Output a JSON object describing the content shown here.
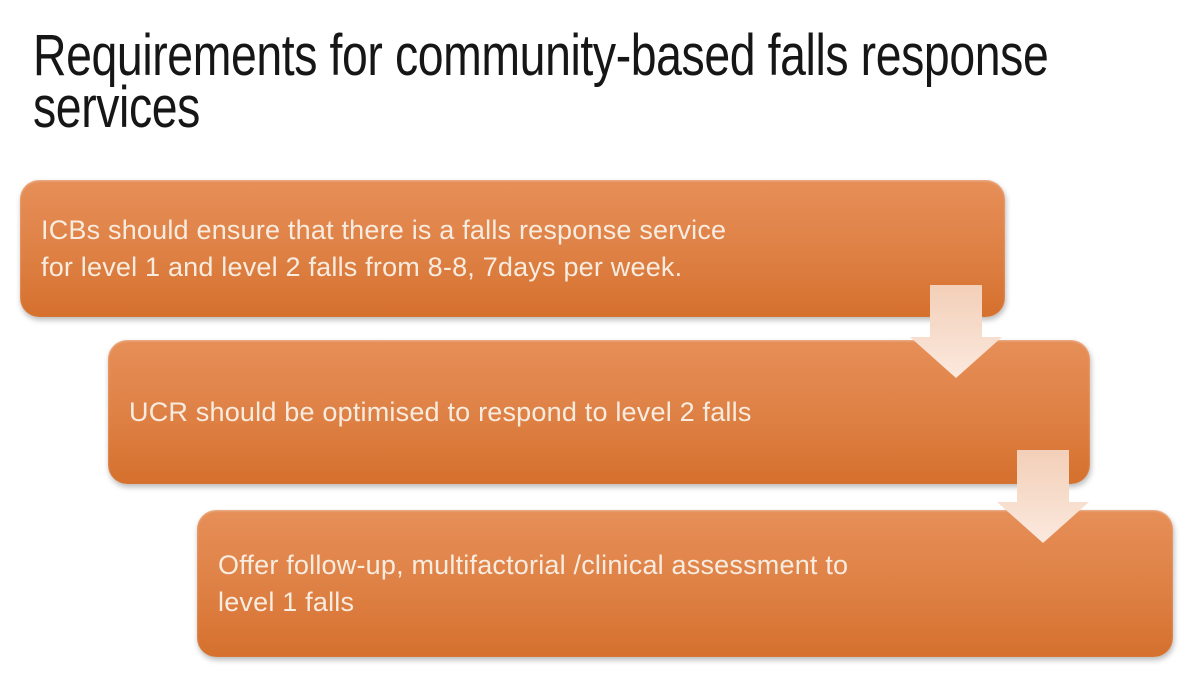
{
  "slide": {
    "title": "Requirements for community-based falls response\nservices",
    "boxes": [
      {
        "id": "flow-box-1",
        "text": "ICBs should ensure that there is a falls response service\nfor level 1 and level 2 falls from 8-8, 7days per week."
      },
      {
        "id": "flow-box-2",
        "text": "UCR should be optimised to respond to level 2 falls"
      },
      {
        "id": "flow-box-3",
        "text": "Offer follow-up, multifactorial /clinical assessment to\nlevel 1 falls"
      }
    ],
    "icons": [
      {
        "name": "down-arrow-icon",
        "meaning": "flow from box 1 to box 2"
      },
      {
        "name": "down-arrow-icon",
        "meaning": "flow from box 2 to box 3"
      }
    ],
    "colors": {
      "background": "#ffffff",
      "title": "#161616",
      "box-gradient-top": "#e68f58",
      "box-gradient-mid": "#de8044",
      "box-gradient-bottom": "#d5702d",
      "box-text": "#f7ecdf",
      "arrow-top": "#f3cfb8",
      "arrow-bottom": "#fbe9de"
    }
  }
}
